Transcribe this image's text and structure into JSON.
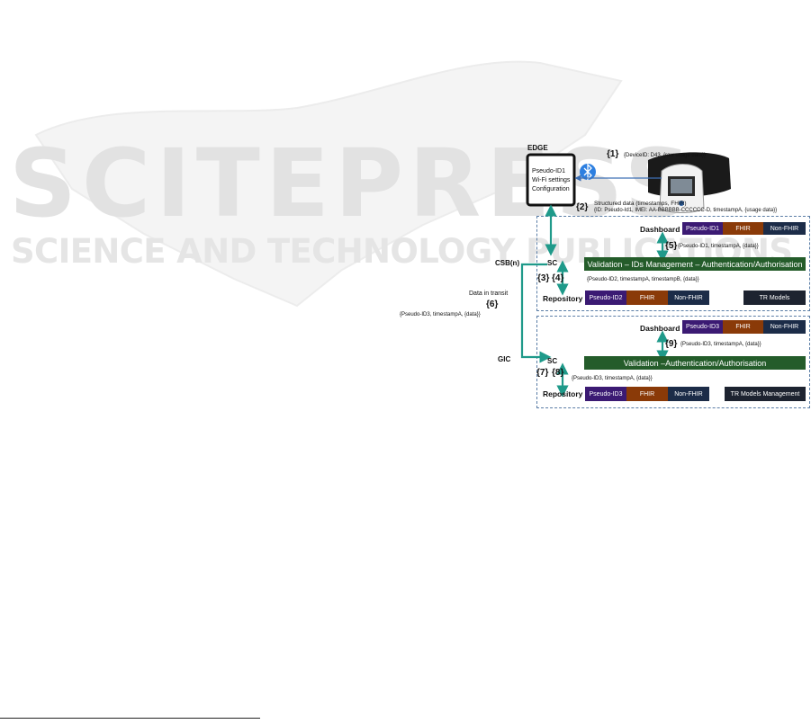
{
  "watermark": {
    "line1": "SCITEPRESS",
    "line2": "SCIENCE AND TECHNOLOGY PUBLICATIONS"
  },
  "edge": {
    "title": "EDGE",
    "device_lines": [
      "Pseudo-ID1",
      "Wi-Fi settings",
      "Configuration"
    ],
    "bluetooth_icon": "bluetooth-icon"
  },
  "steps": {
    "s1": "{1}",
    "s1_text": "{DeviceID: D43, {raw usage data}}",
    "s2": "{2}",
    "s2_title": "Structured data (timestamps, FHIR)",
    "s2_text": "{ID: Pseudo-Id1, IMEI: AA-BBBBBB-CCCCCC-D, timestampA, {usage data}}",
    "s3": "{3}",
    "s4": "{4}",
    "s5": "{5}",
    "s5_text": "{Pseudo-ID1, timestampA, {data}}",
    "s34_text": "{Pseudo-ID2, timestampA, timestampB, {data}}",
    "s6": "{6}",
    "s6_label": "Data in transit",
    "s6_text": "{Pseudo-ID3, timestampA, {data}}",
    "s7": "{7}",
    "s8": "{8}",
    "s9": "{9}",
    "s9_text": "{Pseudo-ID3, timestampA, {data}}",
    "s78_text": "{Pseudo-ID3, timestampA, {data}}"
  },
  "csb": {
    "label": "CSB(n)",
    "sc": "SC",
    "dashboard_label": "Dashboard",
    "dashboard_boxes": [
      "Pseudo-ID1",
      "FHIR",
      "Non-FHIR"
    ],
    "validation": "Validation – IDs Management – Authentication/Authorisation",
    "repository_label": "Repository",
    "repository_boxes": [
      "Pseudo-ID2",
      "FHIR",
      "Non-FHIR"
    ],
    "models": "TR Models"
  },
  "gic": {
    "label": "GIC",
    "sc": "SC",
    "dashboard_label": "Dashboard",
    "dashboard_boxes": [
      "Pseudo-ID3",
      "FHIR",
      "Non-FHIR"
    ],
    "validation": "Validation –Authentication/Authorisation",
    "repository_label": "Repository",
    "repository_boxes": [
      "Pseudo-ID3",
      "FHIR",
      "Non-FHIR"
    ],
    "models": "TR Models Management"
  },
  "colors": {
    "arrow": "#1f9a8a",
    "dash_border": "#5a7da6",
    "validation": "#245c2a",
    "pseudo": "#3b1a73",
    "fhir": "#8a3a08",
    "nonfhir": "#1c2c48"
  }
}
